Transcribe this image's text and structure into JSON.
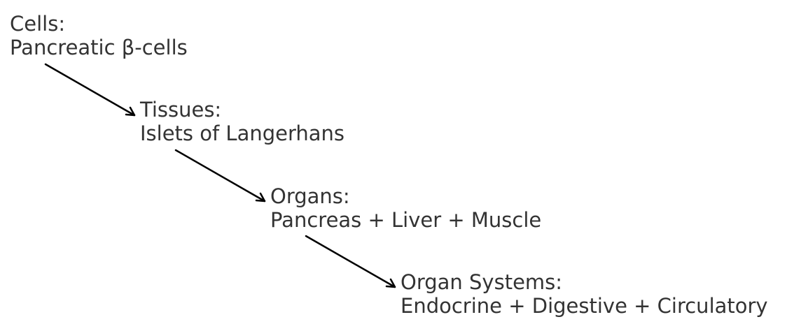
{
  "levels": [
    {
      "heading": "Cells:",
      "detail": "Pancreatic β-cells"
    },
    {
      "heading": "Tissues:",
      "detail": "Islets of Langerhans"
    },
    {
      "heading": "Organs:",
      "detail": "Pancreas + Liver + Muscle"
    },
    {
      "heading": "Organ Systems:",
      "detail": "Endocrine + Digestive + Circulatory"
    }
  ],
  "colors": {
    "text": "#333333",
    "arrow": "#000000"
  }
}
